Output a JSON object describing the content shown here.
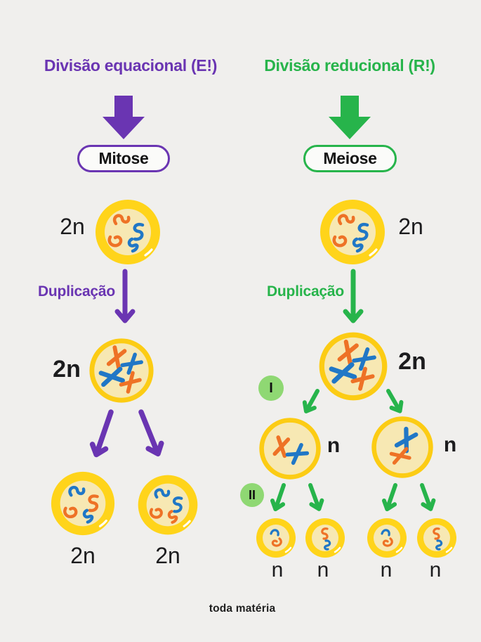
{
  "colors": {
    "background": "#f0efed",
    "mitosis_accent": "#6a35b2",
    "meiosis_accent": "#27b44b",
    "cell_outer_yellow": "#ffd41a",
    "cell_ring_gold": "#fccc14",
    "cell_inner_cream": "#f7e8b3",
    "chromosome_orange": "#ee7226",
    "chromosome_blue": "#2077c6",
    "badge_green": "#8fd873",
    "text_black": "#161616"
  },
  "mitosis": {
    "title": "Divisão equacional (E!)",
    "pill_label": "Mitose",
    "duplication_label": "Duplicação",
    "parent_ploidy": "2n",
    "duplicated_ploidy": "2n",
    "daughter_ploidies": [
      "2n",
      "2n"
    ]
  },
  "meiosis": {
    "title": "Divisão reducional (R!)",
    "pill_label": "Meiose",
    "duplication_label": "Duplicação",
    "parent_ploidy": "2n",
    "duplicated_ploidy": "2n",
    "division1_badge": "I",
    "division2_badge": "II",
    "division1_ploidies": [
      "n",
      "n"
    ],
    "division2_ploidies": [
      "n",
      "n",
      "n",
      "n"
    ]
  },
  "footer": {
    "brand": "toda matéria"
  }
}
